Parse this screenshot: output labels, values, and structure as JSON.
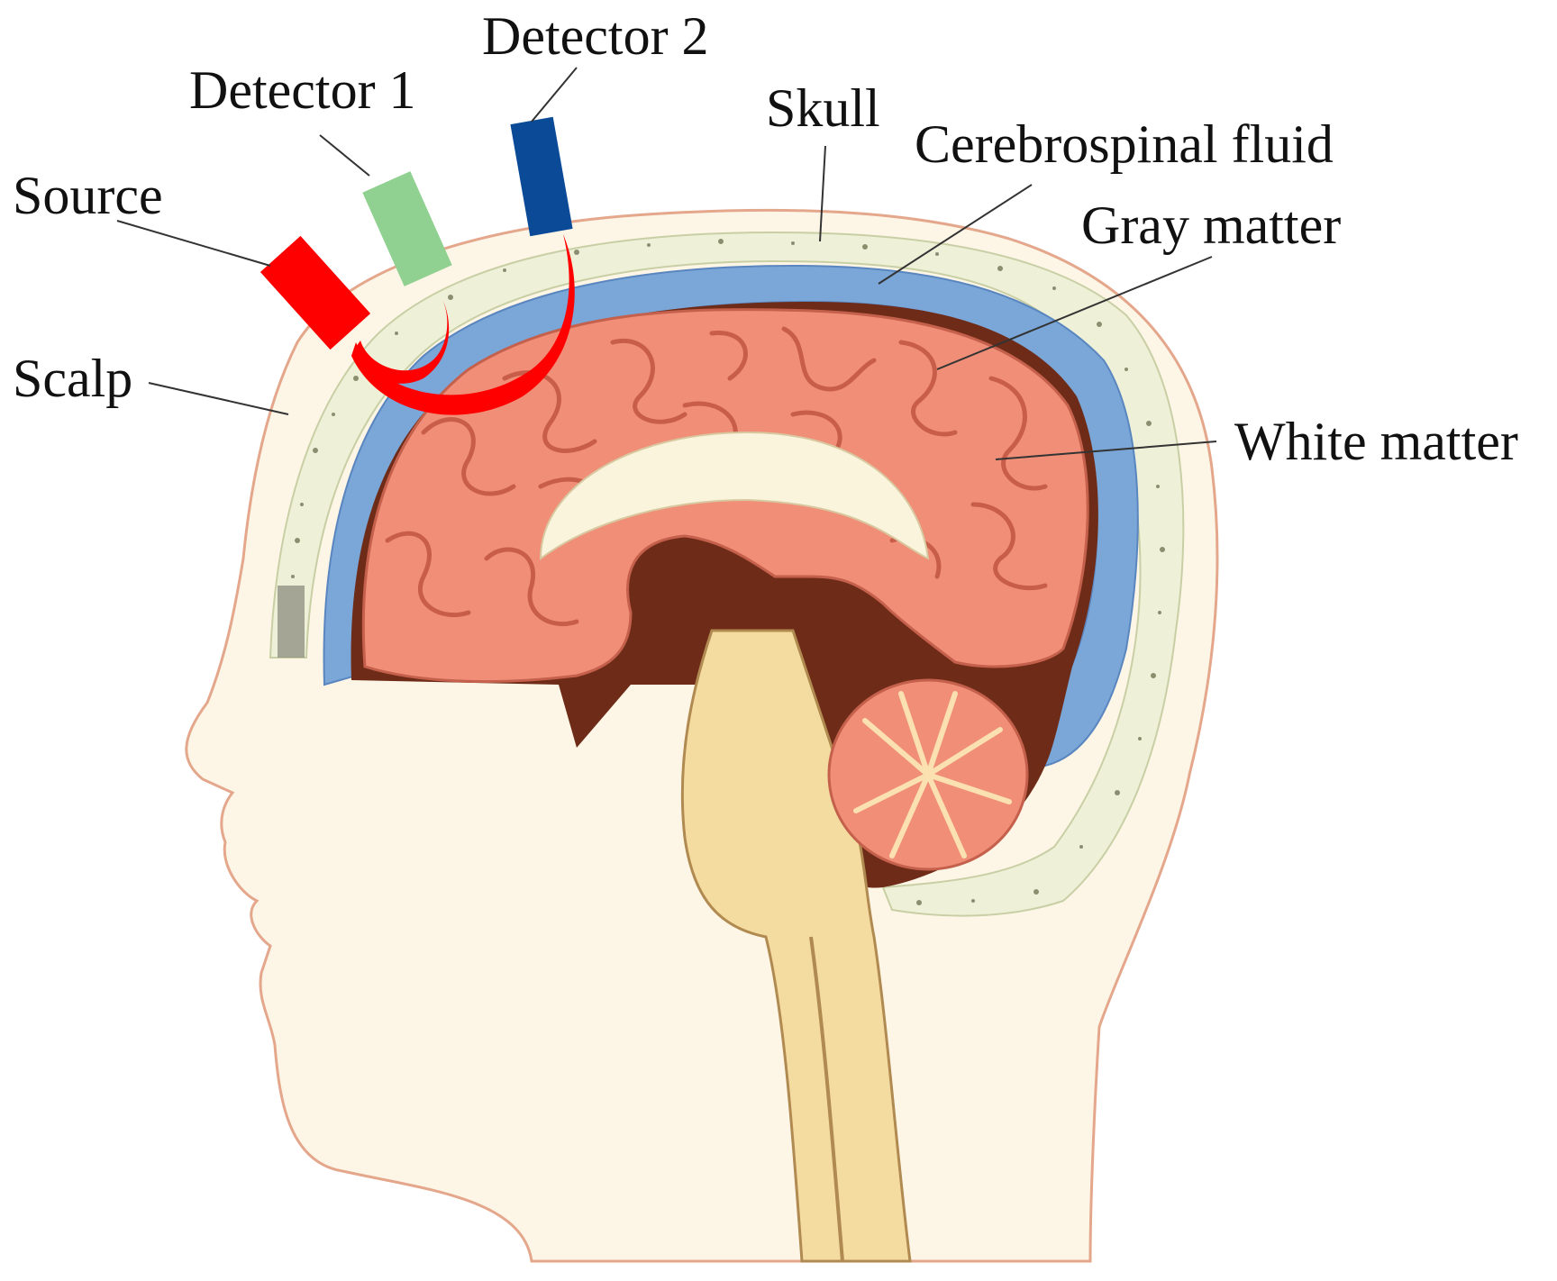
{
  "labels": {
    "source": "Source",
    "detector1": "Detector 1",
    "detector2": "Detector 2",
    "skull": "Skull",
    "csf": "Cerebrospinal fluid",
    "gray_matter": "Gray matter",
    "white_matter": "White matter",
    "scalp": "Scalp"
  },
  "colors": {
    "source": "#ff0000",
    "detector1": "#90d090",
    "detector2": "#0a4a96",
    "light_path": "#ff0000",
    "scalp": "#fdf2d4",
    "skull": "#eef0d8",
    "csf": "#7aa6d8",
    "gray_matter": "#f08e78",
    "white_matter": "#f8c2a6",
    "dark_cavity": "#6e2c18",
    "brainstem": "#f4dca0"
  }
}
